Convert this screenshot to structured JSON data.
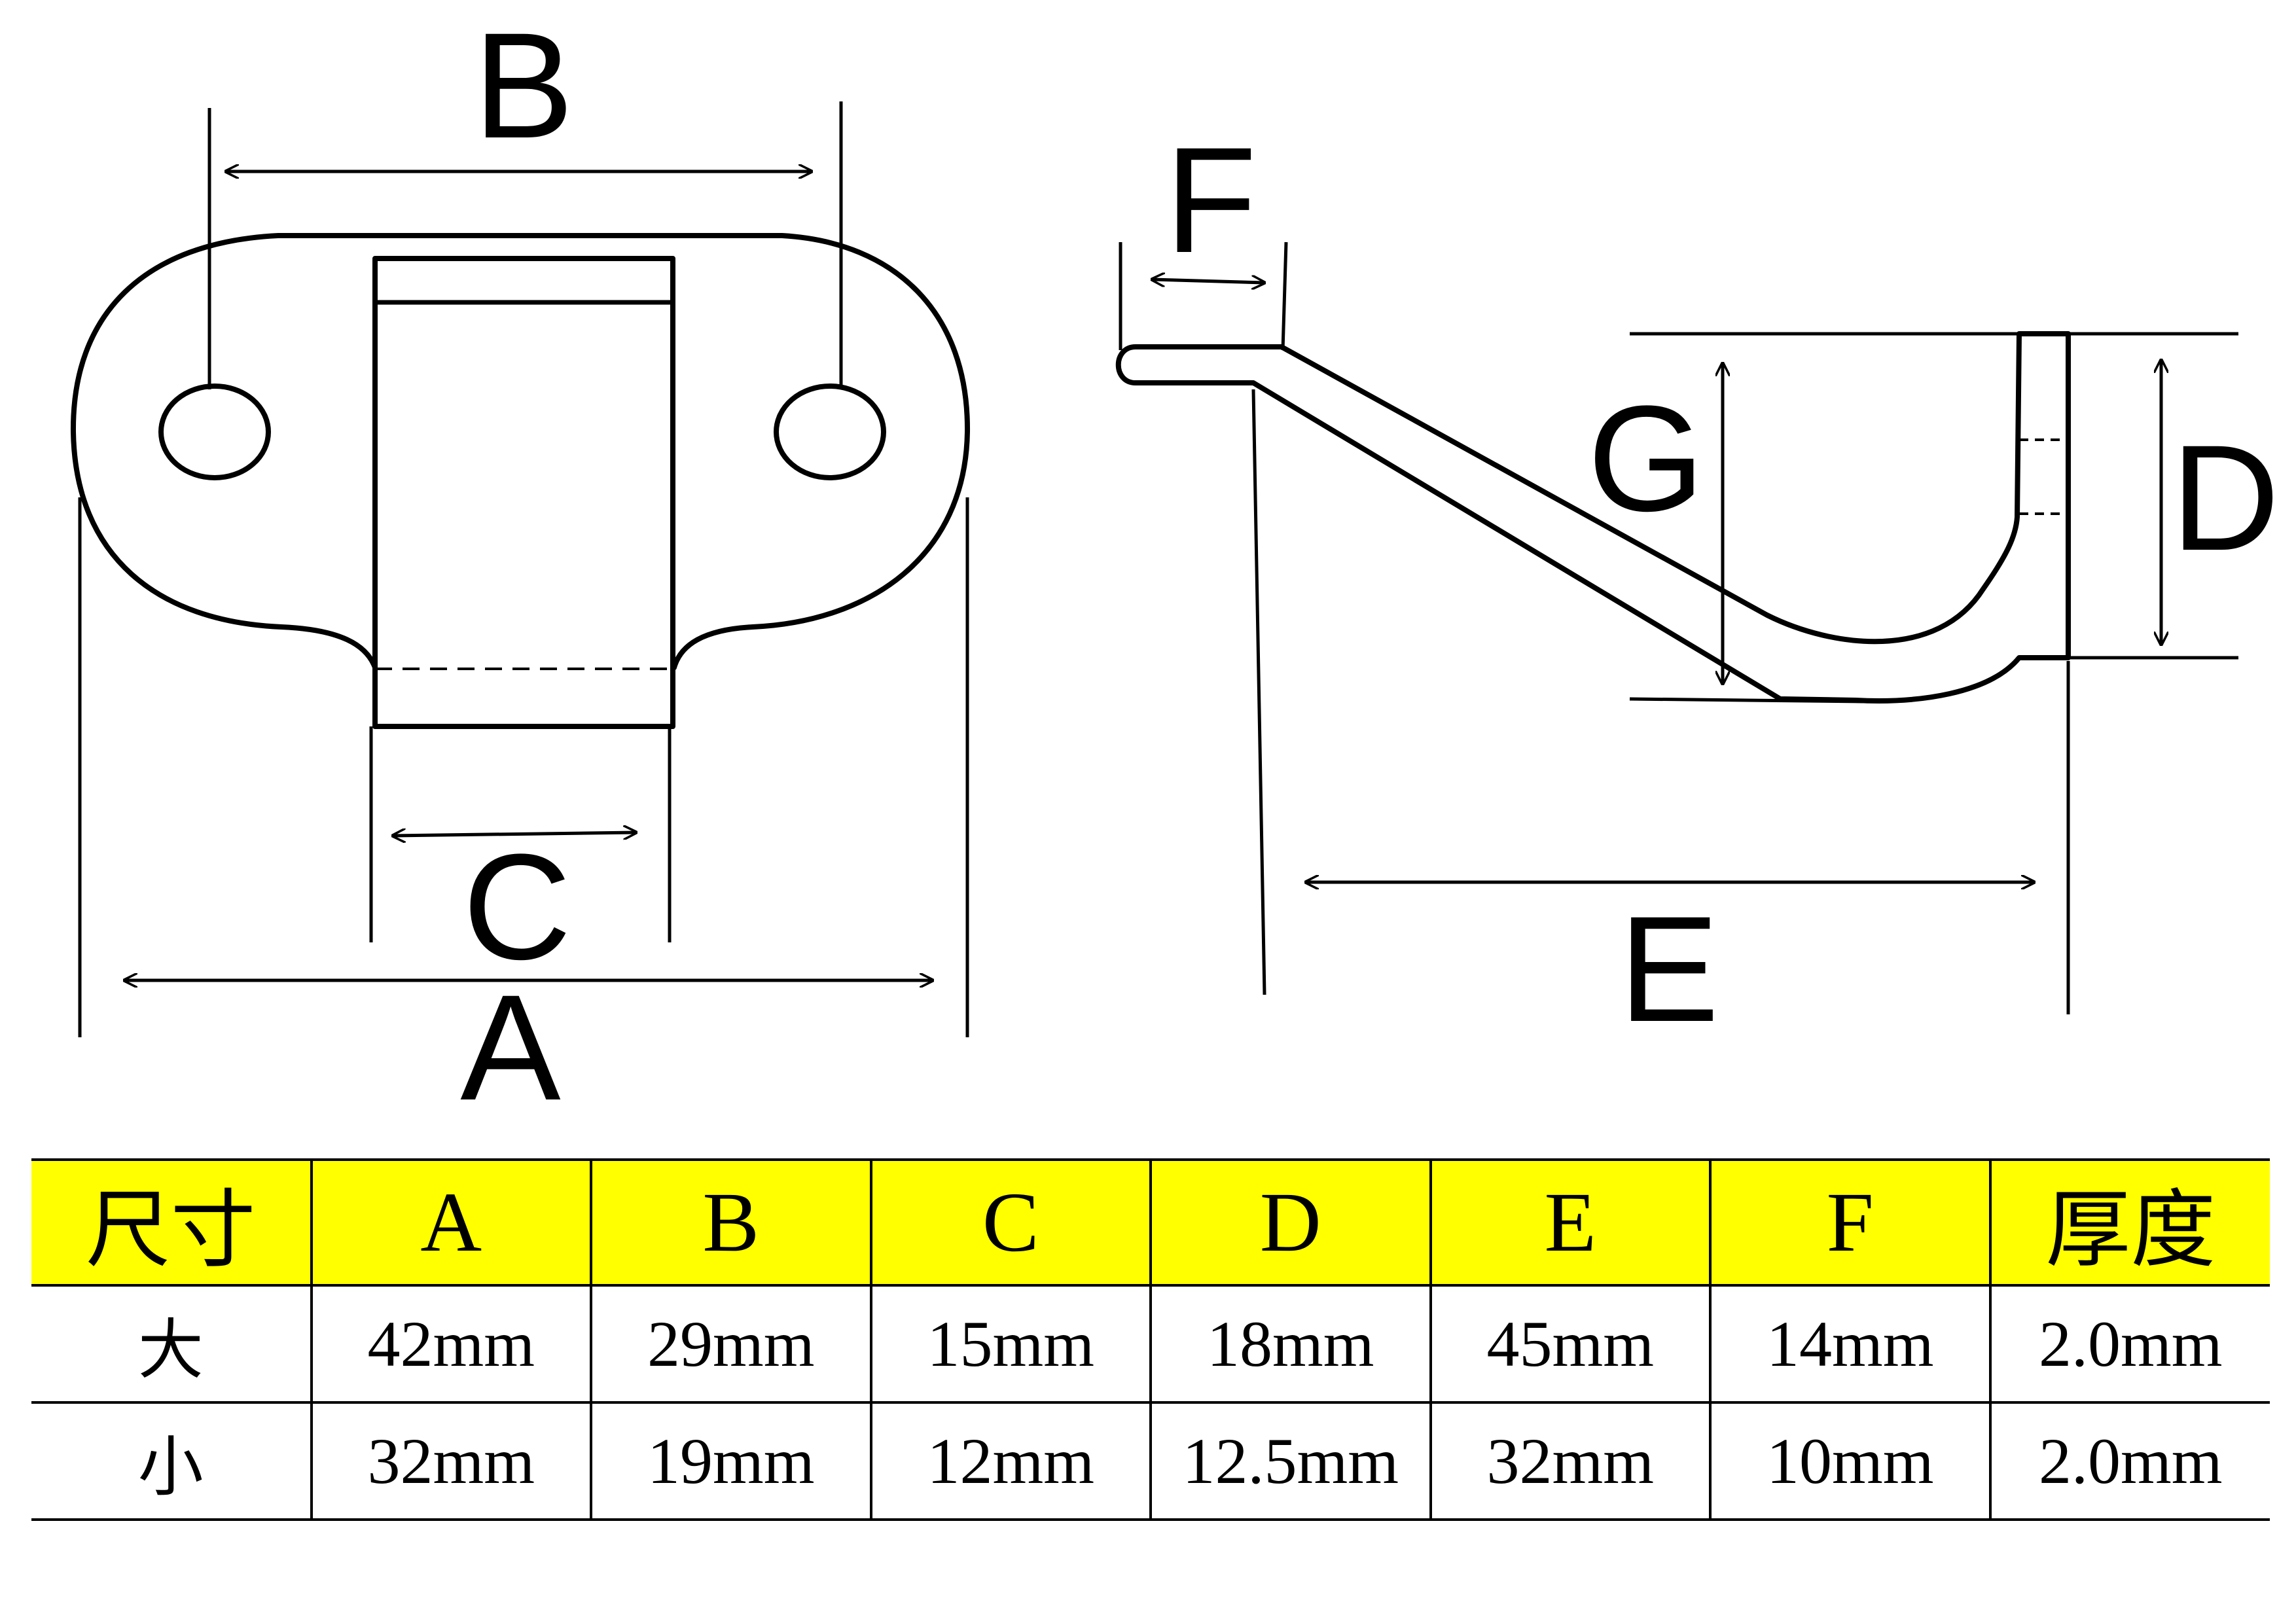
{
  "labels": {
    "A": "A",
    "B": "B",
    "C": "C",
    "D": "D",
    "E": "E",
    "F": "F",
    "G": "G"
  },
  "table": {
    "headers": [
      "尺寸",
      "A",
      "B",
      "C",
      "D",
      "E",
      "F",
      "厚度"
    ],
    "rows": [
      [
        "大",
        "42mm",
        "29mm",
        "15mm",
        "18mm",
        "45mm",
        "14mm",
        "2.0mm"
      ],
      [
        "小",
        "32mm",
        "19mm",
        "12mm",
        "12.5mm",
        "32mm",
        "10mm",
        "2.0mm"
      ]
    ]
  },
  "colors": {
    "header_bg": "#ffff00",
    "line": "#000000"
  }
}
